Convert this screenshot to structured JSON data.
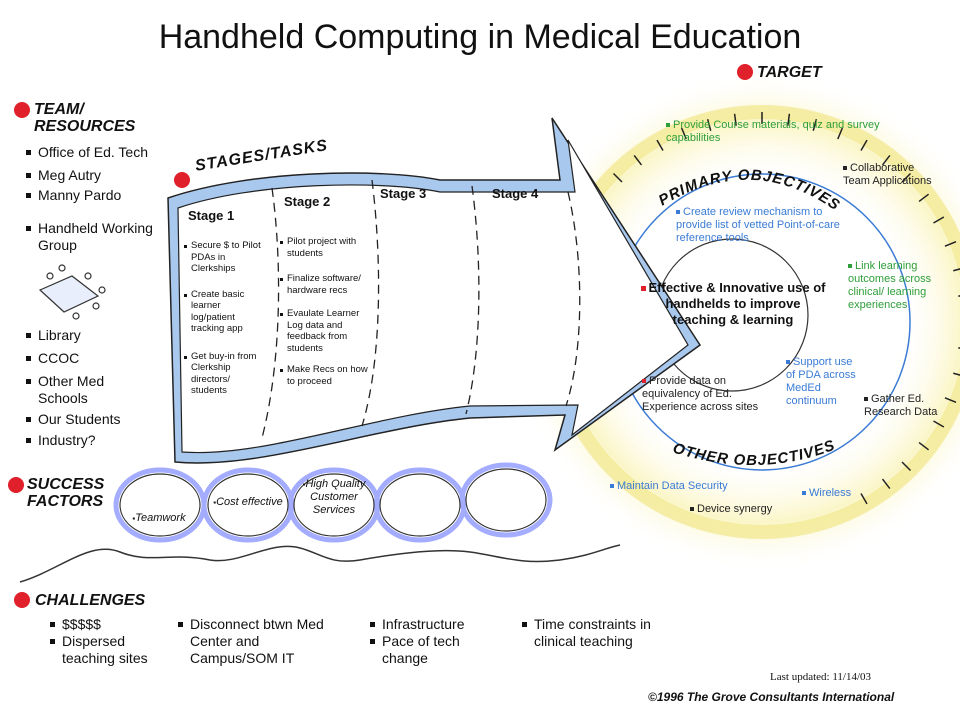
{
  "title": "Handheld Computing in Medical Education",
  "target": {
    "label": "TARGET"
  },
  "team": {
    "label_line1": "TEAM/",
    "label_line2": "RESOURCES",
    "items_top": [
      "Office of Ed. Tech",
      "Meg Autry",
      "Manny Pardo",
      "Handheld Working Group"
    ],
    "items_bottom": [
      "Library",
      "CCOC",
      "Other Med Schools",
      "Our Students",
      "Industry?"
    ]
  },
  "stages": {
    "label": "STAGES/TASKS",
    "list": [
      {
        "title": "Stage 1",
        "tasks": [
          "Secure $ to Pilot PDAs in Clerkships",
          "Create basic learner log/patient tracking app",
          "Get buy-in from Clerkship directors/ students"
        ]
      },
      {
        "title": "Stage 2",
        "tasks": [
          "Pilot project with students",
          "Finalize software/ hardware recs",
          "Evaulate Learner Log data and feedback from students",
          "Make Recs on how to proceed"
        ]
      },
      {
        "title": "Stage 3",
        "tasks": []
      },
      {
        "title": "Stage 4",
        "tasks": []
      }
    ]
  },
  "objectives": {
    "primary_label": "PRIMARY OBJECTIVES",
    "other_label": "OTHER OBJECTIVES",
    "center": "Effective & Innovative use of handhelds to improve teaching & learning",
    "items": {
      "course_materials": "Provide Course materials, quiz and survey capabilities",
      "collaborative": "Collaborative Team Applications",
      "review_mechanism": "Create review mechanism to provide list of vetted Point-of-care reference tools",
      "link_learning": "Link learning outcomes across clinical/ learning experiences",
      "support_pda": "Support use of PDA across MedEd continuum",
      "provide_data": "Provide data on equivalency of Ed. Experience across sites",
      "gather_research": "Gather Ed. Research Data",
      "data_security": "Maintain Data Security",
      "wireless": "Wireless",
      "device_synergy": "Device synergy"
    }
  },
  "success": {
    "label_line1": "SUCCESS",
    "label_line2": "FACTORS",
    "items": [
      "Teamwork",
      "Cost effective",
      "High Quality Customer Services",
      "",
      ""
    ]
  },
  "challenges": {
    "label": "CHALLENGES",
    "columns": [
      [
        "$$$$$",
        "Dispersed teaching sites"
      ],
      [
        "Disconnect btwn Med Center and Campus/SOM IT"
      ],
      [
        "Infrastructure",
        "Pace of tech change"
      ],
      [
        "Time constraints in clinical teaching"
      ]
    ]
  },
  "footer": {
    "updated": "Last updated: 11/14/03",
    "copyright": "©1996 The Grove Consultants International"
  },
  "colors": {
    "accent_red": "#e0202a",
    "ring_yellow": "#f7f0b0",
    "arrow_blue": "#a9c8ee",
    "blue_text": "#3a7bd5",
    "green_text": "#2e9e3a"
  }
}
